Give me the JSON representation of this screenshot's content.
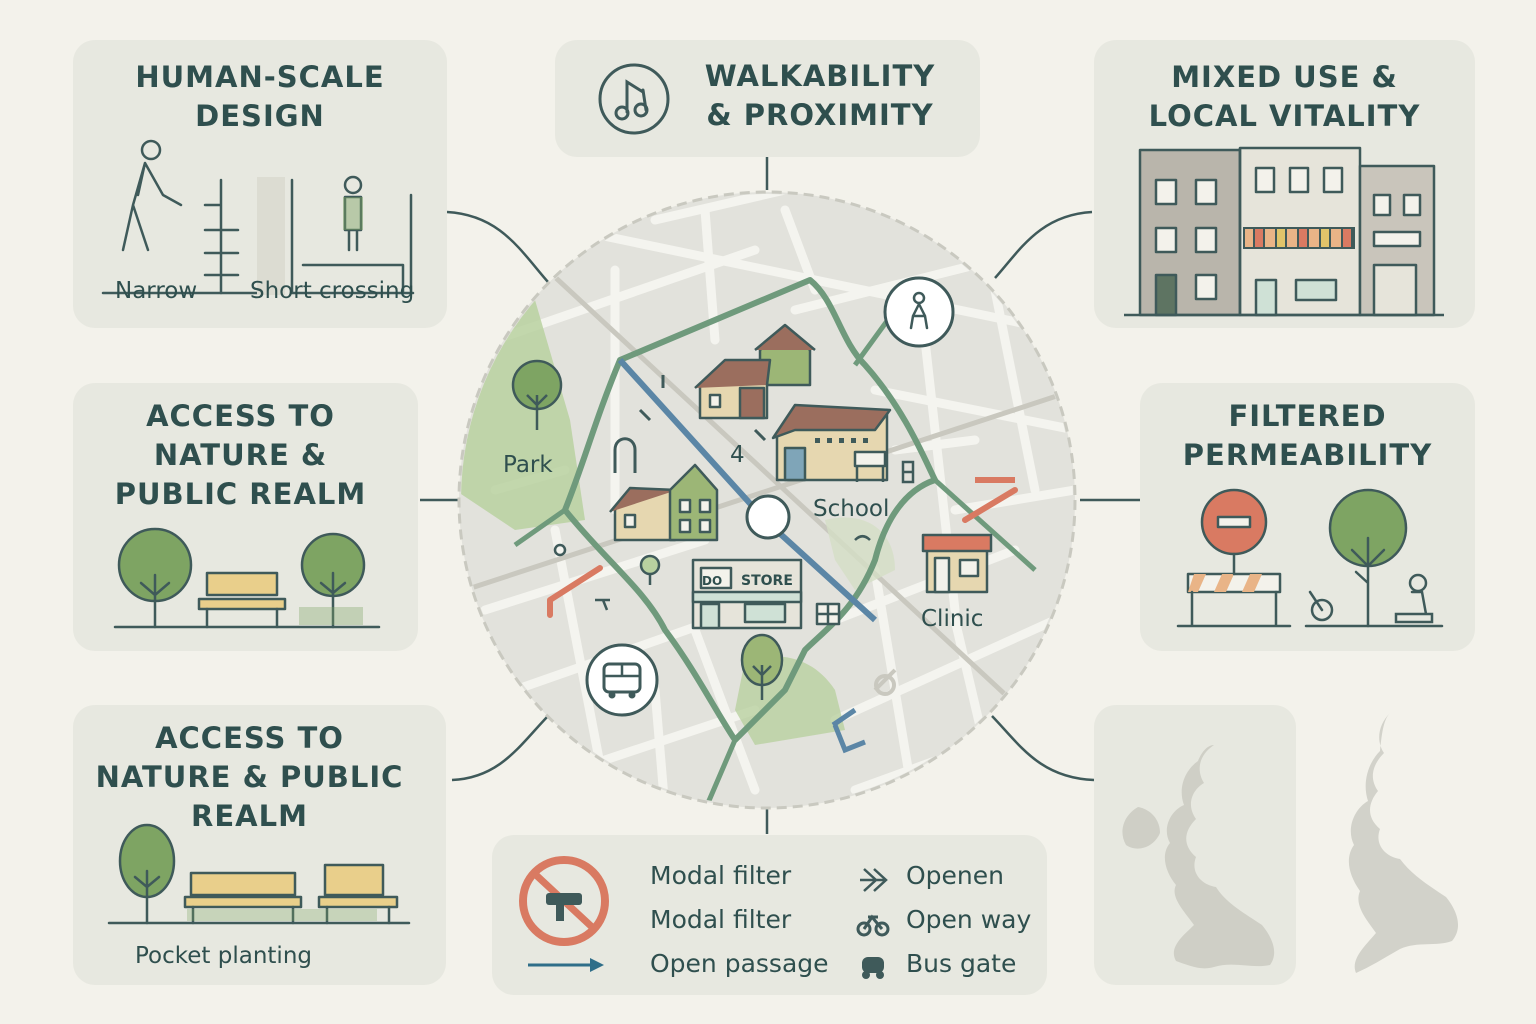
{
  "cards": {
    "human_scale": {
      "title_lines": [
        "HUMAN-SCALE",
        "DESIGN"
      ],
      "label_left": "Narrow",
      "label_right": "Short crossing"
    },
    "walkability": {
      "title_lines": [
        "WALKABILITY",
        "& PROXIMITY"
      ]
    },
    "mixed_use": {
      "title_lines": [
        "MIXED USE &",
        "LOCAL VITALITY"
      ]
    },
    "nature_1": {
      "title_lines": [
        "ACCESS TO",
        "NATURE &",
        "PUBLIC REALM"
      ]
    },
    "filtered": {
      "title_lines": [
        "FILTERED",
        "PERMEABILITY"
      ]
    },
    "nature_2": {
      "title_lines": [
        "ACCESS TO",
        "NATURE & PUBLIC",
        "REALM"
      ],
      "label": "Pocket planting"
    }
  },
  "map": {
    "park_label": "Park",
    "school_label": "School",
    "clinic_label": "Clinic",
    "store_label": "STORE",
    "shop_sign": "DO",
    "number_label": "4"
  },
  "legend": {
    "left_items": [
      "Modal filter",
      "Modal filter",
      "Open passage"
    ],
    "right_items": [
      {
        "icon": "chevron-right-icon",
        "label": "Openen"
      },
      {
        "icon": "bicycle-icon",
        "label": "Open way"
      },
      {
        "icon": "bus-gate-icon",
        "label": "Bus gate"
      }
    ]
  },
  "colors": {
    "background": "#f3f2eb",
    "card": "#e7e8e0",
    "text": "#2f4f4e",
    "green": "#7ea463",
    "route": "#6f9a7c",
    "accent": "#d97a62",
    "blue": "#5b86a6"
  }
}
